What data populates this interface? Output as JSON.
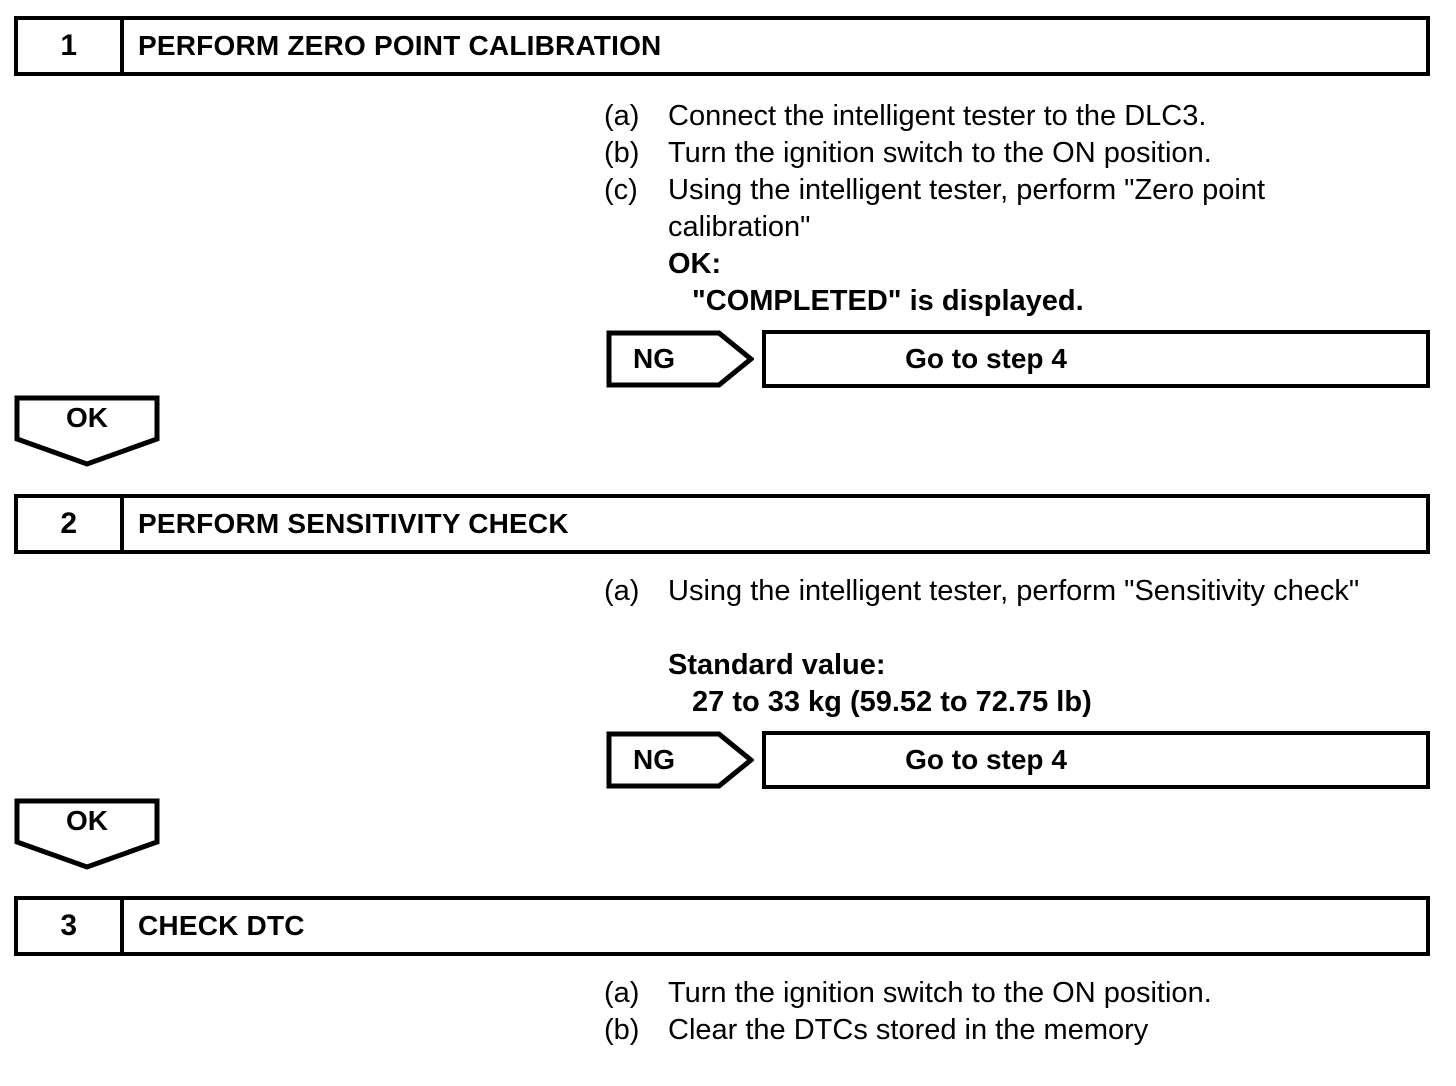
{
  "document": {
    "title": "Diagnostic Procedure Flowchart",
    "line_color": "#000000",
    "background_color": "#ffffff",
    "text_color": "#000000"
  },
  "steps": [
    {
      "number": "1",
      "title": "PERFORM ZERO POINT CALIBRATION",
      "instructions": [
        {
          "label": "(a)",
          "text": "Connect the intelligent tester to the DLC3."
        },
        {
          "label": "(b)",
          "text": "Turn the ignition switch to the ON position."
        },
        {
          "label": "(c)",
          "text": "Using the intelligent tester, perform \"Zero point"
        }
      ],
      "continuation": "calibration\"",
      "result_label": "OK:",
      "result_value": "\"COMPLETED\" is displayed.",
      "branch": {
        "arrow_label": "NG",
        "target_label": "Go to step 4"
      },
      "pass": {
        "arrow_label": "OK"
      }
    },
    {
      "number": "2",
      "title": "PERFORM SENSITIVITY CHECK",
      "instructions": [
        {
          "label": "(a)",
          "text": "Using the intelligent tester, perform \"Sensitivity check\""
        }
      ],
      "result_label": "Standard value:",
      "result_value": "27 to 33 kg (59.52 to 72.75 lb)",
      "branch": {
        "arrow_label": "NG",
        "target_label": "Go to step 4"
      },
      "pass": {
        "arrow_label": "OK"
      }
    },
    {
      "number": "3",
      "title": "CHECK DTC",
      "instructions": [
        {
          "label": "(a)",
          "text": "Turn the ignition switch to the ON position."
        },
        {
          "label": "(b)",
          "text": "Clear the DTCs stored in the memory"
        }
      ]
    }
  ]
}
